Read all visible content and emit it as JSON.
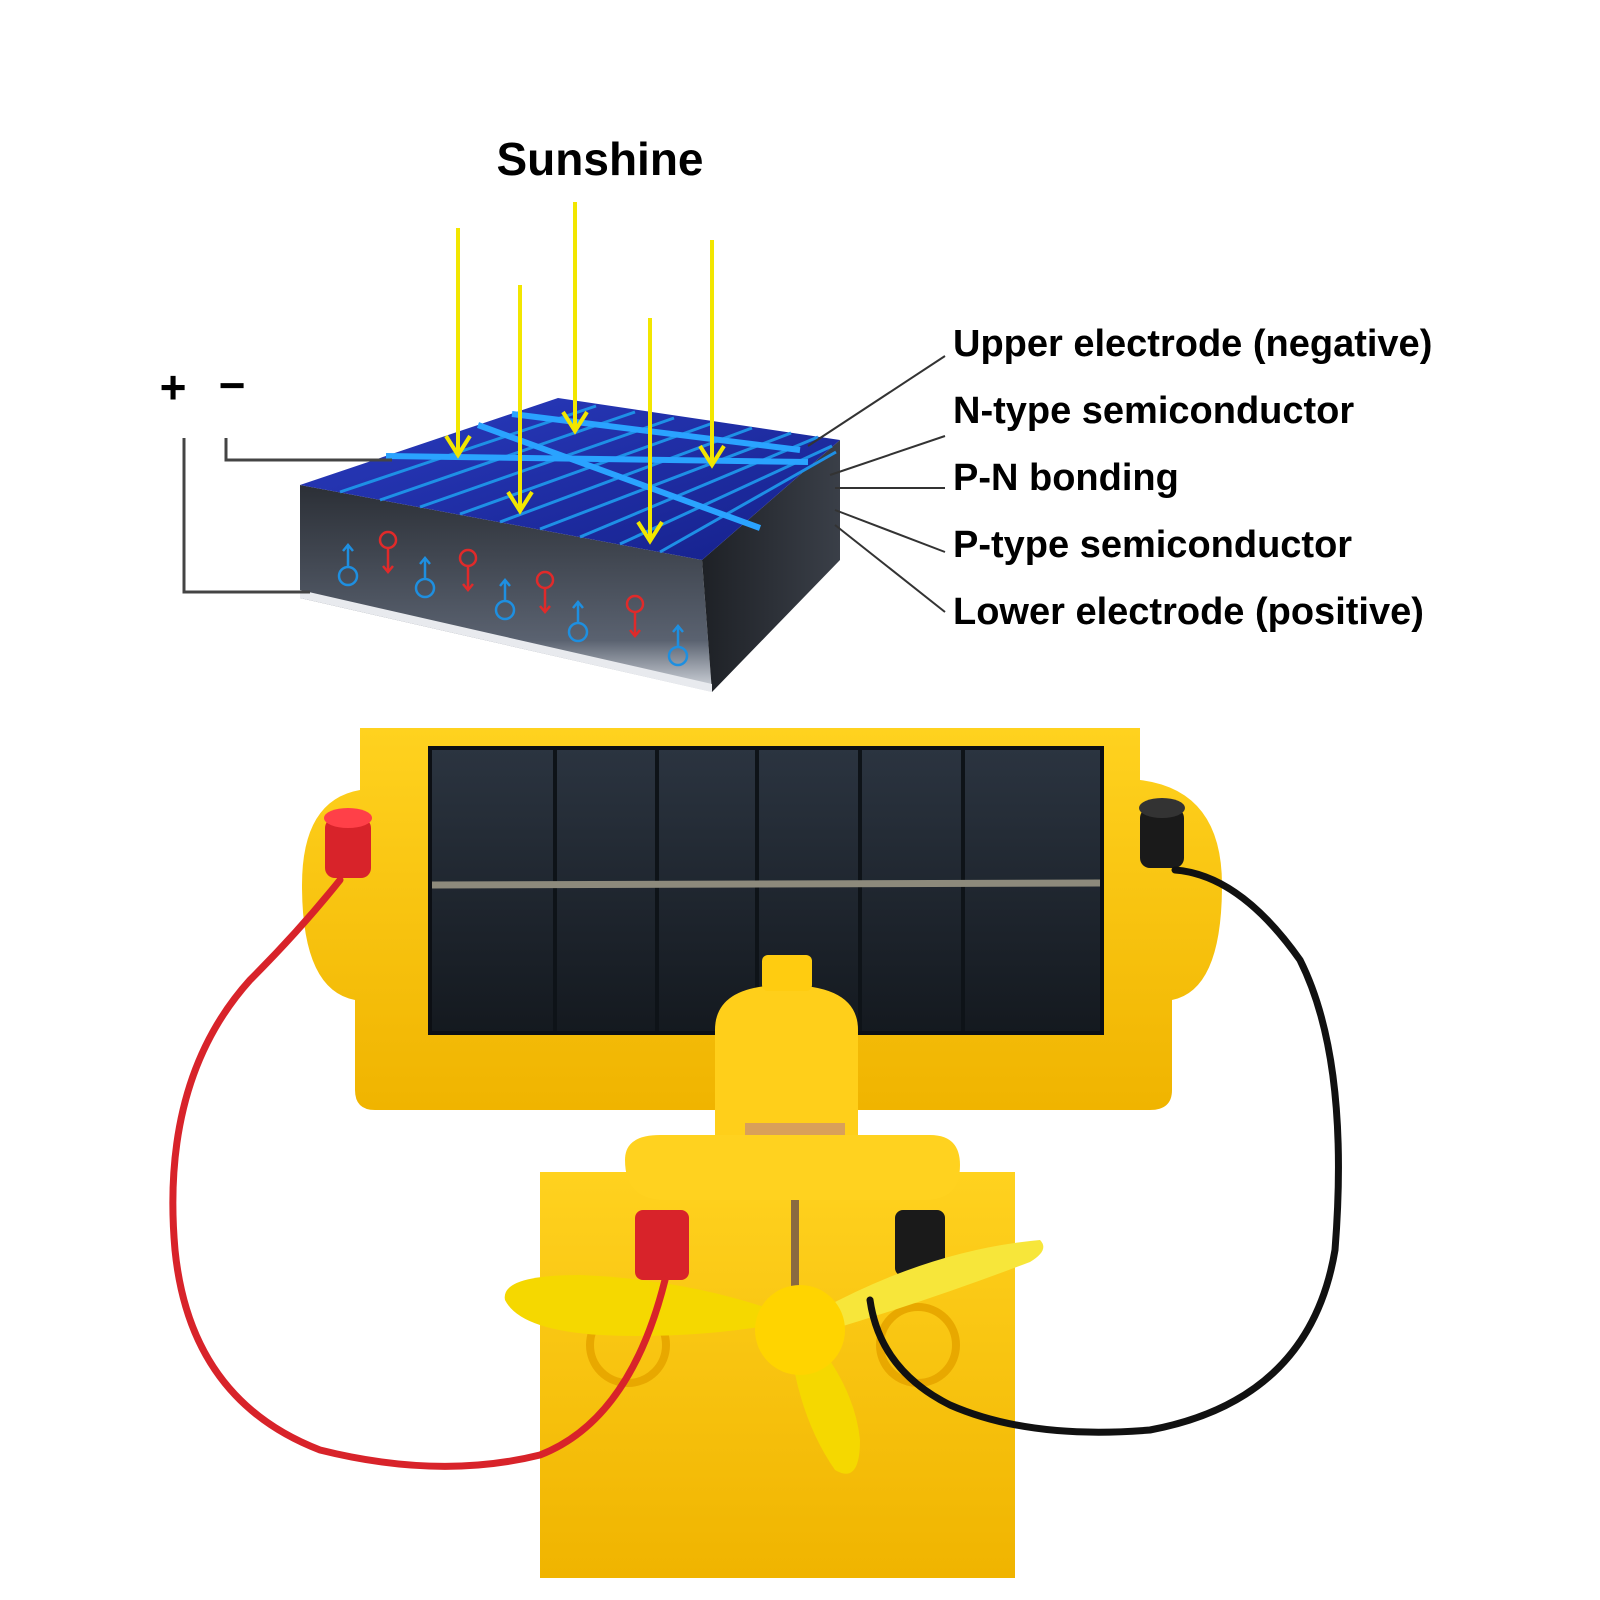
{
  "diagram": {
    "title": "Sunshine",
    "terminals": {
      "positive": "+",
      "negative": "−"
    },
    "layers": [
      {
        "label": "Upper electrode (negative)"
      },
      {
        "label": "N-type semiconductor"
      },
      {
        "label": "P-N bonding"
      },
      {
        "label": "P-type semiconductor"
      },
      {
        "label": "Lower electrode (positive)"
      }
    ]
  },
  "photo": {
    "description_icon": "solar-panel-fan-kit"
  },
  "colors": {
    "sun_ray": "#f2e600",
    "cell_top": "#1a2fa0",
    "cell_grid": "#1e90e6",
    "panel_frame": "#f5c518",
    "wire_red": "#d8232a",
    "wire_black": "#111111"
  }
}
